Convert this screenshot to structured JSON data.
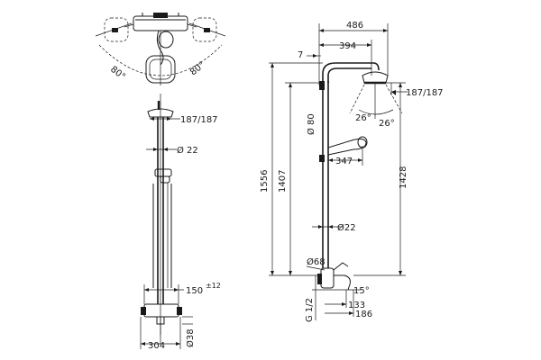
{
  "colors": {
    "ink": "#1a1a1a",
    "background": "#ffffff"
  },
  "top_view": {
    "angle_left": "80°",
    "angle_right": "80°"
  },
  "front_view": {
    "head_width": "187/187",
    "pipe_diameter": "Ø 22",
    "spacing_label": "150",
    "spacing_tolerance": "±12",
    "base_width": "304",
    "base_diameter": "Ø38"
  },
  "side_view": {
    "top_486": "486",
    "top_394": "394",
    "offset_7": "7",
    "head_size": "187/187",
    "tilt_left": "26°",
    "tilt_right": "26°",
    "arm_diameter": "Ø 80",
    "height_1556": "1556",
    "height_1407": "1407",
    "height_1428": "1428",
    "hand_shower_reach": "347",
    "riser_diameter": "Ø22",
    "thread": "G 1/2",
    "connector_diameter": "Ø68",
    "spout_angle": "15°",
    "depth_133": "133",
    "depth_186": "186"
  }
}
